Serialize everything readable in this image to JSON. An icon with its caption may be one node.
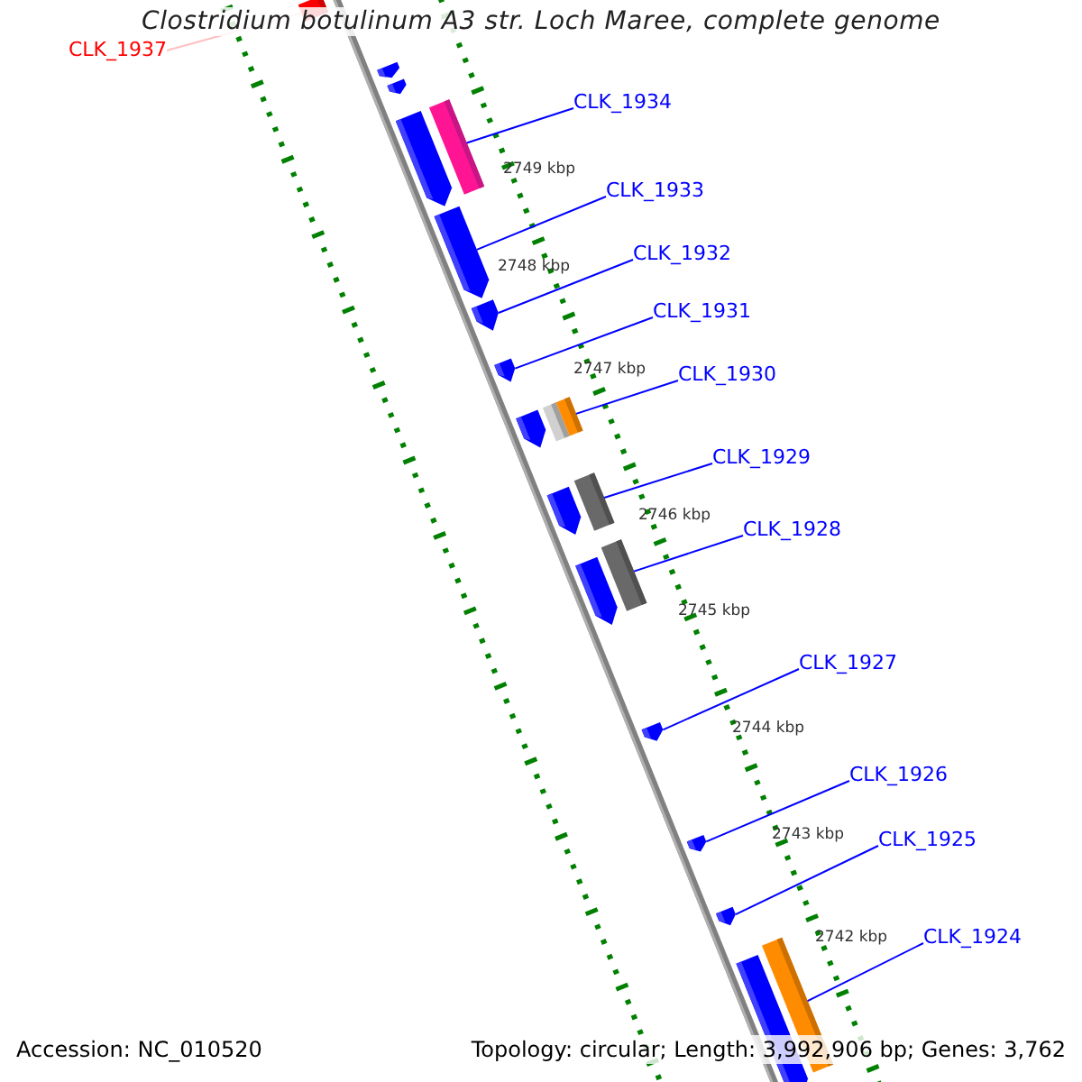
{
  "diagram": {
    "title": "Clostridium botulinum A3 str. Loch Maree, complete genome",
    "nodes": [
      {
        "text": [
          "CLK_1937"
        ]
      },
      {
        "text": [
          "CLK_1934"
        ]
      },
      {
        "text": [
          "CLK_1933"
        ]
      },
      {
        "text": [
          "CLK_1932"
        ]
      },
      {
        "text": [
          "CLK_1931"
        ]
      },
      {
        "text": [
          "CLK_1930"
        ]
      },
      {
        "text": [
          "CLK_1929"
        ]
      },
      {
        "text": [
          "CLK_1928"
        ]
      },
      {
        "text": [
          "CLK_1927"
        ]
      },
      {
        "text": [
          "CLK_1926"
        ]
      },
      {
        "text": [
          "CLK_1925"
        ]
      },
      {
        "text": [
          "CLK_1924"
        ]
      },
      {
        "text": [],
        "shape": "box"
      },
      {
        "text": [],
        "shape": "pentagon"
      },
      {
        "text": [],
        "shape": "pentagon"
      },
      {
        "text": [],
        "shape": "pentagon"
      },
      {
        "text": [],
        "shape": "box"
      },
      {
        "text": [],
        "shape": "pentagon"
      },
      {
        "text": [],
        "shape": "pentagon"
      },
      {
        "text": [],
        "shape": "pentagon"
      },
      {
        "text": [],
        "shape": "pentagon"
      },
      {
        "text": [],
        "shape": "box"
      },
      {
        "text": [],
        "shape": "box"
      },
      {
        "text": [],
        "shape": "pentagon"
      },
      {
        "text": [],
        "shape": "box"
      },
      {
        "text": [],
        "shape": "pentagon"
      },
      {
        "text": [],
        "shape": "box"
      },
      {
        "text": [],
        "shape": "pentagon"
      },
      {
        "text": [],
        "shape": "pentagon"
      },
      {
        "text": [],
        "shape": "pentagon"
      },
      {
        "text": [],
        "shape": "pentagon"
      },
      {
        "text": [],
        "shape": "box"
      }
    ],
    "edges": [
      {
        "from": 0,
        "to": 12,
        "arrow": "none",
        "color": "#ffc0c0"
      },
      {
        "from": 1,
        "to": 16,
        "arrow": "none"
      },
      {
        "from": 2,
        "to": 17,
        "arrow": "none"
      },
      {
        "from": 3,
        "to": 18,
        "arrow": "none"
      },
      {
        "from": 4,
        "to": 19,
        "arrow": "none"
      },
      {
        "from": 5,
        "to": 22,
        "arrow": "none"
      },
      {
        "from": 6,
        "to": 24,
        "arrow": "none"
      },
      {
        "from": 7,
        "to": 26,
        "arrow": "none"
      },
      {
        "from": 8,
        "to": 27,
        "arrow": "none"
      },
      {
        "from": 9,
        "to": 28,
        "arrow": "none"
      },
      {
        "from": 10,
        "to": 29,
        "arrow": "none"
      },
      {
        "from": 11,
        "to": 31,
        "arrow": "none"
      }
    ],
    "labels": [
      "2749 kbp",
      "2748 kbp",
      "2747 kbp",
      "2746 kbp",
      "2745 kbp",
      "2744 kbp",
      "2743 kbp",
      "2742 kbp",
      "Accession: NC_010520",
      "Topology: circular; Length: 3,992,906 bp; Genes: 3,762"
    ]
  }
}
